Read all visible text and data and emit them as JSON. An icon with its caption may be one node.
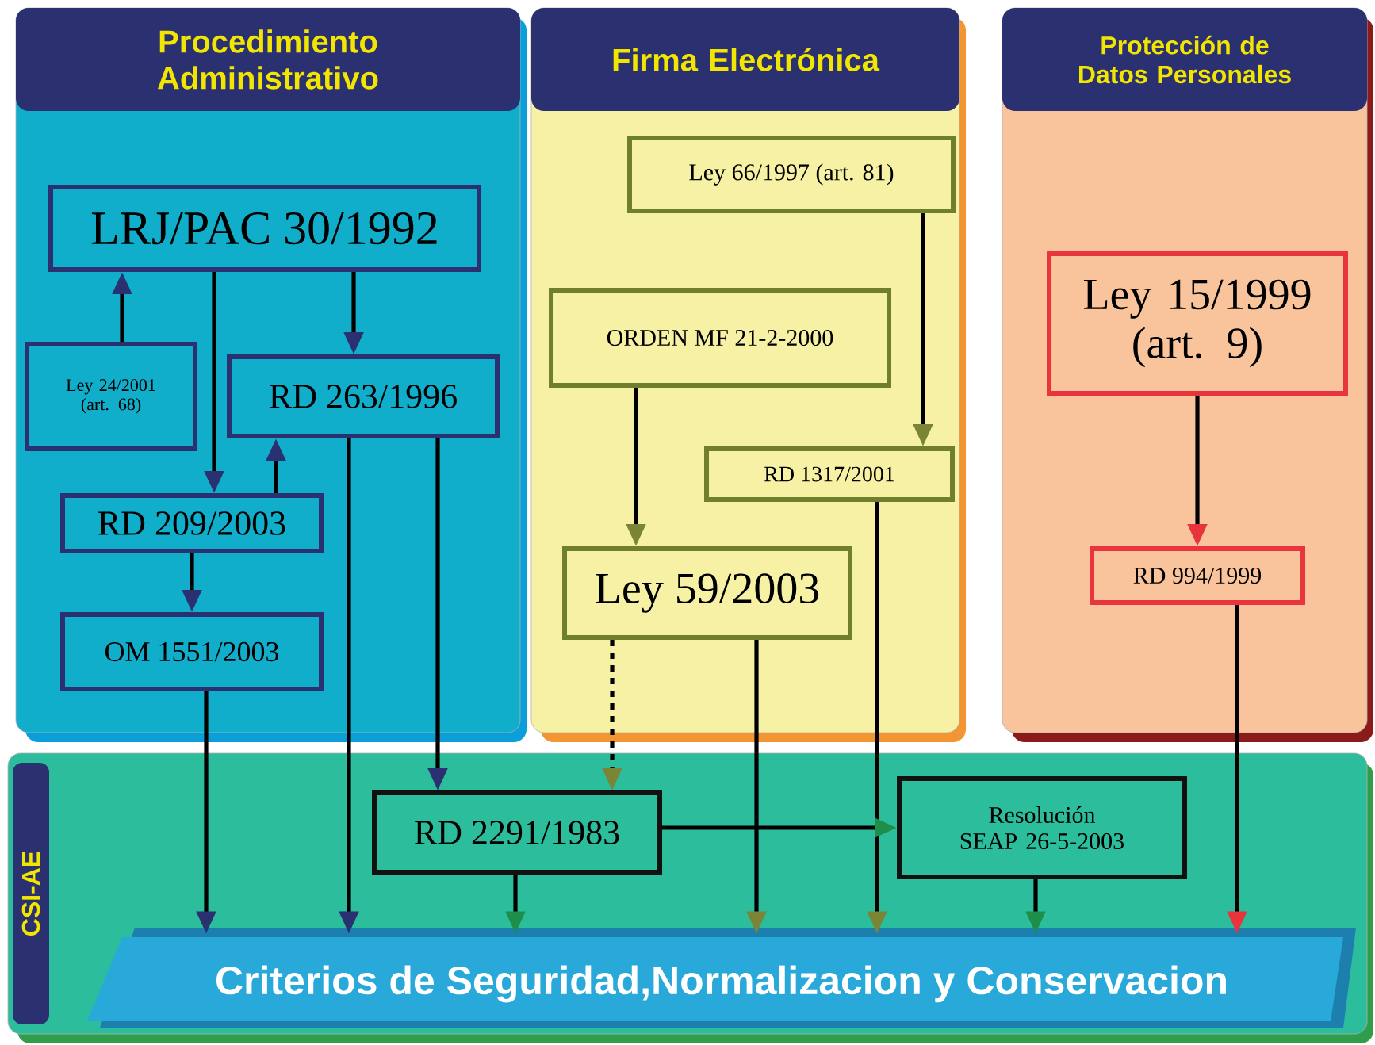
{
  "diagram": {
    "nodes": [
      {
        "text": [
          "Procedimiento Administrativo"
        ]
      },
      {
        "text": [
          "LRJ/PAC 30/1992"
        ],
        "in": 0
      },
      {
        "text": [
          "Ley 24/2001 (art. 68)"
        ],
        "in": 0
      },
      {
        "text": [
          "RD 263/1996"
        ],
        "in": 0
      },
      {
        "text": [
          "RD 209/2003"
        ],
        "in": 0
      },
      {
        "text": [
          "OM 1551/2003"
        ],
        "in": 0
      },
      {
        "text": [
          "Firma Electrónica"
        ]
      },
      {
        "text": [
          "Ley 66/1997 (art. 81)"
        ],
        "in": 6
      },
      {
        "text": [
          "ORDEN MF 21-2-2000"
        ],
        "in": 6
      },
      {
        "text": [
          "RD 1317/2001"
        ],
        "in": 6
      },
      {
        "text": [
          "Ley 59/2003"
        ],
        "in": 6
      },
      {
        "text": [
          "Protección de Datos Personales"
        ]
      },
      {
        "text": [
          "Ley 15/1999 (art. 9)"
        ],
        "in": 11
      },
      {
        "text": [
          "RD 994/1999"
        ],
        "in": 11
      },
      {
        "text": [
          "CSI-AE"
        ]
      },
      {
        "text": [
          "RD 2291/1983"
        ],
        "in": 14
      },
      {
        "text": [
          "Resolución SEAP 26-5-2003"
        ],
        "in": 14
      },
      {
        "text": [
          "Criterios de Seguridad,Normalizacion y Conservacion"
        ],
        "in": 14
      }
    ],
    "edges": [
      {
        "from": 2,
        "to": 1,
        "arrow": "to"
      },
      {
        "from": 1,
        "to": 4,
        "arrow": "to"
      },
      {
        "from": 1,
        "to": 3,
        "arrow": "to"
      },
      {
        "from": 4,
        "to": 3,
        "arrow": "to"
      },
      {
        "from": 4,
        "to": 5,
        "arrow": "to"
      },
      {
        "from": 5,
        "to": 17,
        "arrow": "to"
      },
      {
        "from": 3,
        "to": 17,
        "arrow": "to"
      },
      {
        "from": 3,
        "to": 15,
        "arrow": "to"
      },
      {
        "from": 7,
        "to": 9,
        "arrow": "to"
      },
      {
        "from": 8,
        "to": 10,
        "arrow": "to"
      },
      {
        "from": 10,
        "to": 15,
        "arrow": "to",
        "style": "dashed"
      },
      {
        "from": 10,
        "to": 17,
        "arrow": "to"
      },
      {
        "from": 9,
        "to": 17,
        "arrow": "to"
      },
      {
        "from": 15,
        "to": 16,
        "arrow": "to"
      },
      {
        "from": 15,
        "to": 17,
        "arrow": "to"
      },
      {
        "from": 16,
        "to": 17,
        "arrow": "to"
      },
      {
        "from": 12,
        "to": 13,
        "arrow": "to"
      },
      {
        "from": 13,
        "to": 17,
        "arrow": "to"
      }
    ]
  }
}
